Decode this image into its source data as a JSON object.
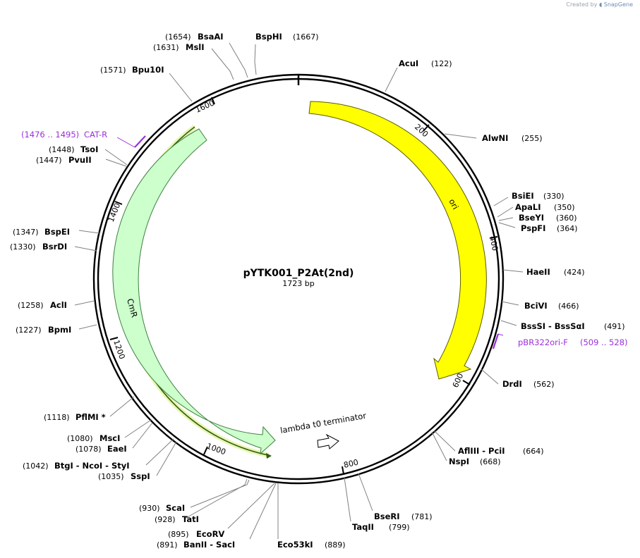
{
  "branding": {
    "prefix": "Created by",
    "brand": "SnapGene"
  },
  "map": {
    "name": "pYTK001_P2At(2nd)",
    "length_label": "1723 bp",
    "length": 1723
  },
  "ticks": [
    {
      "pos": 200,
      "label": "200"
    },
    {
      "pos": 400,
      "label": "400"
    },
    {
      "pos": 600,
      "label": "600"
    },
    {
      "pos": 800,
      "label": "800"
    },
    {
      "pos": 1000,
      "label": "1000"
    },
    {
      "pos": 1200,
      "label": "1200"
    },
    {
      "pos": 1400,
      "label": "1400"
    },
    {
      "pos": 1600,
      "label": "1600"
    }
  ],
  "sites": [
    {
      "name": "AcuI",
      "pos": "(122)"
    },
    {
      "name": "AlwNI",
      "pos": "(255)"
    },
    {
      "name": "BsiEI",
      "pos": "(330)"
    },
    {
      "name": "ApaLI",
      "pos": "(350)"
    },
    {
      "name": "BseYI",
      "pos": "(360)"
    },
    {
      "name": "PspFI",
      "pos": "(364)"
    },
    {
      "name": "HaeII",
      "pos": "(424)"
    },
    {
      "name": "BciVI",
      "pos": "(466)"
    },
    {
      "name": "BssSI - BssSαI",
      "pos": "(491)"
    },
    {
      "name": "DrdI",
      "pos": "(562)"
    },
    {
      "name": "AflIII - PciI",
      "pos": "(664)"
    },
    {
      "name": "NspI",
      "pos": "(668)"
    },
    {
      "name": "BseRI",
      "pos": "(781)"
    },
    {
      "name": "TaqII",
      "pos": "(799)"
    },
    {
      "name": "Eco53kI",
      "pos": "(889)"
    },
    {
      "name": "BanII - SacI",
      "pos": "(891)"
    },
    {
      "name": "EcoRV",
      "pos": "(895)"
    },
    {
      "name": "TatI",
      "pos": "(928)"
    },
    {
      "name": "ScaI",
      "pos": "(930)"
    },
    {
      "name": "SspI",
      "pos": "(1035)"
    },
    {
      "name": "BtgI - NcoI - StyI",
      "pos": "(1042)"
    },
    {
      "name": "EaeI",
      "pos": "(1078)"
    },
    {
      "name": "MscI",
      "pos": "(1080)"
    },
    {
      "name": "PflMI *",
      "pos": "(1118)"
    },
    {
      "name": "BpmI",
      "pos": "(1227)"
    },
    {
      "name": "AclI",
      "pos": "(1258)"
    },
    {
      "name": "BsrDI",
      "pos": "(1330)"
    },
    {
      "name": "BspEI",
      "pos": "(1347)"
    },
    {
      "name": "PvuII",
      "pos": "(1447)"
    },
    {
      "name": "TsoI",
      "pos": "(1448)"
    },
    {
      "name": "Bpu10I",
      "pos": "(1571)"
    },
    {
      "name": "MslI",
      "pos": "(1631)"
    },
    {
      "name": "BsaAI",
      "pos": "(1654)"
    },
    {
      "name": "BspHI",
      "pos": "(1667)"
    }
  ],
  "primers": [
    {
      "name": "pBR322ori-F",
      "range": "(509 .. 528)",
      "color": "#9b30d9"
    },
    {
      "name": "CAT-R",
      "range": "(1476 .. 1495)",
      "color": "#9b30d9"
    }
  ],
  "features": [
    {
      "name": "ori",
      "color": "#ffff00"
    },
    {
      "name": "CmR",
      "color": "#ccffcc"
    },
    {
      "name": "lambda t0 terminator",
      "color": "#ffffff"
    }
  ],
  "colors": {
    "backbone": "#000000",
    "ori": "#ffff00",
    "cmr": "#ccffcc",
    "orf_line": "#2e5e0e",
    "orf_glow": "#e8f5b0",
    "primer": "#9b30d9",
    "site_line": "#808080"
  }
}
